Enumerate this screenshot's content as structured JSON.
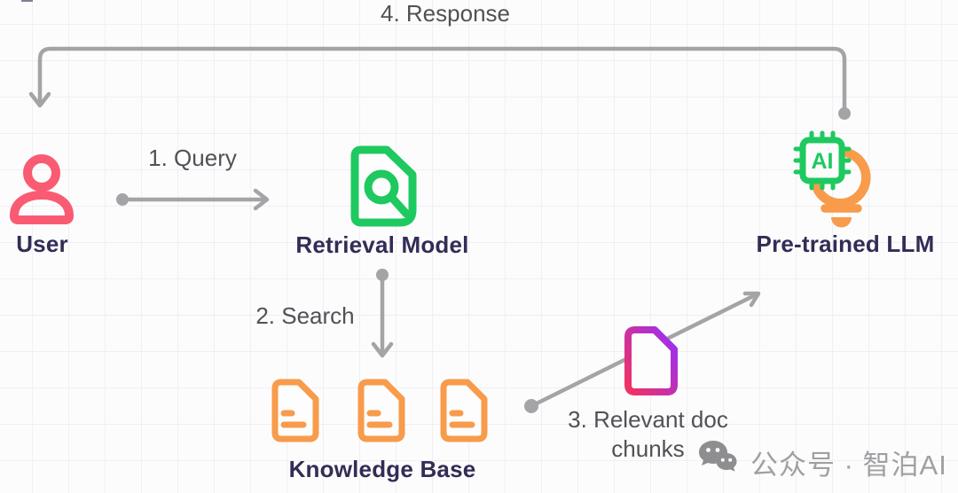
{
  "colors": {
    "pink": "#F95B72",
    "green": "#1EC95F",
    "orange": "#F89B4B",
    "chunk_start": "#EE3264",
    "chunk_end": "#9C2FF3",
    "arrow": "#A4A4A7",
    "label": "#322D55",
    "step": "#515156",
    "watermark": "#A0A0A3",
    "watermark_icon": "#8E8E91",
    "background": "#FCFCFD"
  },
  "nodes": {
    "user": {
      "label": "User"
    },
    "retrieval_model": {
      "label": "Retrieval Model"
    },
    "knowledge_base": {
      "label": "Knowledge Base"
    },
    "pretrained_llm": {
      "label": "Pre-trained LLM",
      "chip_text": "AI"
    }
  },
  "steps": {
    "query": {
      "label": "1. Query"
    },
    "search": {
      "label": "2. Search"
    },
    "relevant_chunks": {
      "label": "3. Relevant doc chunks"
    },
    "response": {
      "label": "4. Response"
    }
  },
  "watermark": {
    "text": "公众号 · 智泊AI"
  }
}
